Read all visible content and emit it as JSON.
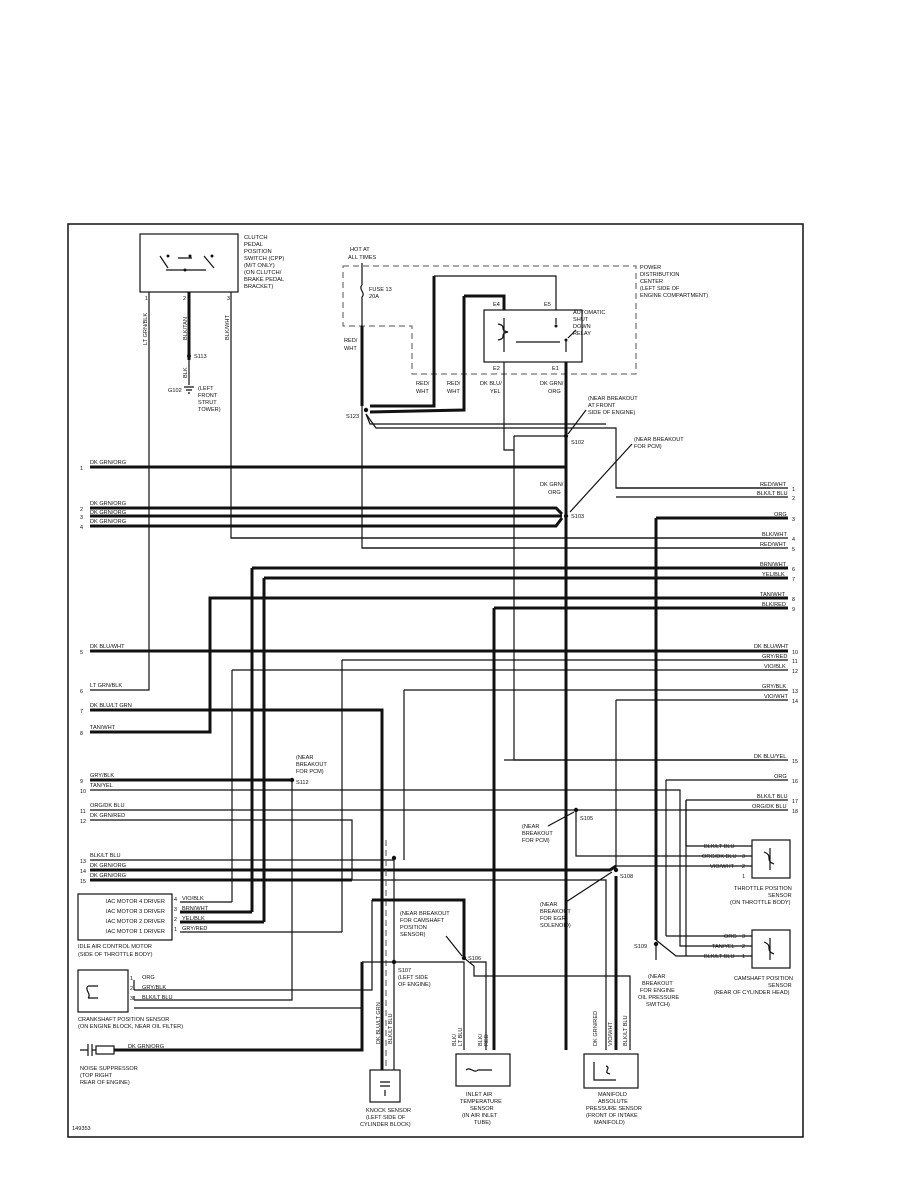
{
  "figure_id": "149353",
  "pcm_left_pins": [
    {
      "pin": "1",
      "wire": "DK GRN/ORG"
    },
    {
      "pin": "2",
      "wire": "DK GRN/ORG"
    },
    {
      "pin": "3",
      "wire": "DK GRN/ORG"
    },
    {
      "pin": "4",
      "wire": "DK GRN/ORG"
    },
    {
      "pin": "5",
      "wire": "DK BLU/WHT"
    },
    {
      "pin": "6",
      "wire": "LT GRN/BLK"
    },
    {
      "pin": "7",
      "wire": "DK BLU/LT GRN"
    },
    {
      "pin": "8",
      "wire": "TAN/WHT"
    },
    {
      "pin": "9",
      "wire": "GRY/BLK"
    },
    {
      "pin": "10",
      "wire": "TAN/YEL"
    },
    {
      "pin": "11",
      "wire": "ORG/DK BLU"
    },
    {
      "pin": "12",
      "wire": "DK GRN/RED"
    },
    {
      "pin": "13",
      "wire": "BLK/LT BLU"
    },
    {
      "pin": "14",
      "wire": "DK GRN/ORG"
    },
    {
      "pin": "15",
      "wire": "DK GRN/ORG"
    }
  ],
  "pcm_right_pins": [
    {
      "pin": "1",
      "wire": "RED/WHT"
    },
    {
      "pin": "2",
      "wire": "BLK/LT BLU"
    },
    {
      "pin": "3",
      "wire": "ORG"
    },
    {
      "pin": "4",
      "wire": "BLK/WHT"
    },
    {
      "pin": "5",
      "wire": "RED/WHT"
    },
    {
      "pin": "6",
      "wire": "BRN/WHT"
    },
    {
      "pin": "7",
      "wire": "YEL/BLK"
    },
    {
      "pin": "8",
      "wire": "TAN/WHT"
    },
    {
      "pin": "9",
      "wire": "BLK/RED"
    },
    {
      "pin": "10",
      "wire": "DK BLU/WHT"
    },
    {
      "pin": "11",
      "wire": "GRY/RED"
    },
    {
      "pin": "12",
      "wire": "VIO/BLK"
    },
    {
      "pin": "13",
      "wire": "GRY/BLK"
    },
    {
      "pin": "14",
      "wire": "VIO/WHT"
    },
    {
      "pin": "15",
      "wire": "DK BLU/YEL"
    },
    {
      "pin": "16",
      "wire": "ORG"
    },
    {
      "pin": "17",
      "wire": "BLK/LT BLU"
    },
    {
      "pin": "18",
      "wire": "ORG/DK BLU"
    }
  ],
  "clutch_switch": {
    "lines": [
      "CLUTCH",
      "PEDAL",
      "POSITION",
      "SWITCH (CPP)",
      "(M/T ONLY)",
      "(ON CLUTCH/",
      "BRAKE PEDAL",
      "BRACKET)"
    ],
    "pins": [
      "1",
      "2",
      "3"
    ],
    "wires": [
      "LT GRN/BLK",
      "BLK/TAN",
      "BLK/WHT"
    ]
  },
  "ground": {
    "splice": "S113",
    "wire": "BLK",
    "id": "G102",
    "lines": [
      "(LEFT",
      "FRONT",
      "STRUT",
      "TOWER)"
    ]
  },
  "hot": [
    "HOT AT",
    "ALL TIMES"
  ],
  "fuse": [
    "FUSE 13",
    "20A"
  ],
  "pdc": [
    "POWER",
    "DISTRIBUTION",
    "CENTER",
    "(LEFT SIDE OF",
    "ENGINE COMPARTMENT)"
  ],
  "asd_relay": {
    "lines": [
      "AUTOMATIC",
      "SHUT",
      "DOWN",
      "RELAY"
    ],
    "terminals": [
      "E4",
      "E5",
      "E2",
      "E1"
    ]
  },
  "top_wires": {
    "fuse_out": [
      "RED/",
      "WHT"
    ],
    "red_wht_1": [
      "RED/",
      "WHT"
    ],
    "red_wht_2": [
      "RED/",
      "WHT"
    ],
    "dk_blu_yel": [
      "DK BLU/",
      "YEL"
    ],
    "dk_grn_org": [
      "DK GRN/",
      "ORG"
    ],
    "dk_grn_org_2": [
      "DK GRN/",
      "ORG"
    ]
  },
  "splices": {
    "s123": "S123",
    "s102": "S102",
    "s103": "S103",
    "s112": "S112",
    "s105": "S105",
    "s106": "S106",
    "s108": "S108",
    "s107": "S107",
    "s109": "S109"
  },
  "notes": {
    "front_breakout": [
      "(NEAR BREAKOUT",
      "AT FRONT",
      "SIDE OF ENGINE)"
    ],
    "pcm_breakout": [
      "(NEAR BREAKOUT",
      "FOR PCM)"
    ],
    "s112_note": [
      "(NEAR",
      "BREAKOUT",
      "FOR PCM)"
    ],
    "s105_note": [
      "(NEAR",
      "BREAKOUT",
      "FOR PCM)"
    ],
    "egr_note": [
      "(NEAR",
      "BREAKOUT",
      "FOR EGR",
      "SOLENOID)"
    ],
    "cam_note": [
      "(NEAR BREAKOUT",
      "FOR CAMSHAFT",
      "POSITION",
      "SENSOR)"
    ],
    "s107_note": [
      "(LEFT SIDE",
      "OF ENGINE)"
    ],
    "oil_note": [
      "(NEAR",
      "BREAKOUT",
      "FOR ENGINE",
      "OIL PRESSURE",
      "SWITCH)"
    ]
  },
  "iac": {
    "rows": [
      {
        "label": "IAC MOTOR 4 DRIVER",
        "pin": "4",
        "wire": "VIO/BLK"
      },
      {
        "label": "IAC MOTOR 3 DRIVER",
        "pin": "3",
        "wire": "BRN/WHT"
      },
      {
        "label": "IAC MOTOR 2 DRIVER",
        "pin": "2",
        "wire": "YEL/BLK"
      },
      {
        "label": "IAC MOTOR 1 DRIVER",
        "pin": "1",
        "wire": "GRY/RED"
      }
    ],
    "caption": [
      "IDLE AIR CONTROL MOTOR",
      "(SIDE OF THROTTLE BODY)"
    ]
  },
  "ckp": {
    "rows": [
      {
        "pin": "1",
        "wire": "ORG"
      },
      {
        "pin": "2",
        "wire": "GRY/BLK"
      },
      {
        "pin": "3",
        "wire": "BLK/LT BLU"
      }
    ],
    "caption": [
      "CRANKSHAFT POSITION SENSOR",
      "(ON ENGINE BLOCK, NEAR OIL FILTER)"
    ]
  },
  "noise": {
    "wire": "DK GRN/ORG",
    "caption": [
      "NOISE SUPPRESSOR",
      "(TOP RIGHT",
      "REAR OF ENGINE)"
    ]
  },
  "tps": {
    "rows": [
      {
        "pin": "3",
        "wire": "BLK/LT BLU"
      },
      {
        "pin": "2",
        "wire": "ORG/DK BLU"
      },
      {
        "pin": "1",
        "wire": "VIO/WHT"
      }
    ],
    "caption": [
      "THROTTLE POSITION",
      "SENSOR",
      "(ON THROTTLE BODY)"
    ]
  },
  "cmp": {
    "rows": [
      {
        "pin": "3",
        "wire": "ORG"
      },
      {
        "pin": "2",
        "wire": "TAN/YEL"
      },
      {
        "pin": "1",
        "wire": "BLK/LT BLU"
      }
    ],
    "caption": [
      "CAMSHAFT POSITION",
      "SENSOR",
      "(REAR OF CYLINDER HEAD)"
    ]
  },
  "knock": {
    "wires": [
      "DK BLU/LT GRN",
      "BLK/LT BLU"
    ],
    "caption": [
      "KNOCK SENSOR",
      "(LEFT SIDE OF",
      "CYLINDER BLOCK)"
    ]
  },
  "iat": {
    "wires": [
      "BLK/",
      "LT BLU",
      "BLK/",
      "RED"
    ],
    "caption": [
      "INLET AIR",
      "TEMPERATURE",
      "SENSOR",
      "(IN AIR INLET",
      "TUBE)"
    ]
  },
  "map": {
    "wires": [
      "DK GRN/RED",
      "VIO/WHT",
      "BLK/LT BLU"
    ],
    "caption": [
      "MANIFOLD",
      "ABSOLUTE",
      "PRESSURE SENSOR",
      "(FRONT OF INTAKE",
      "MANIFOLD)"
    ]
  }
}
